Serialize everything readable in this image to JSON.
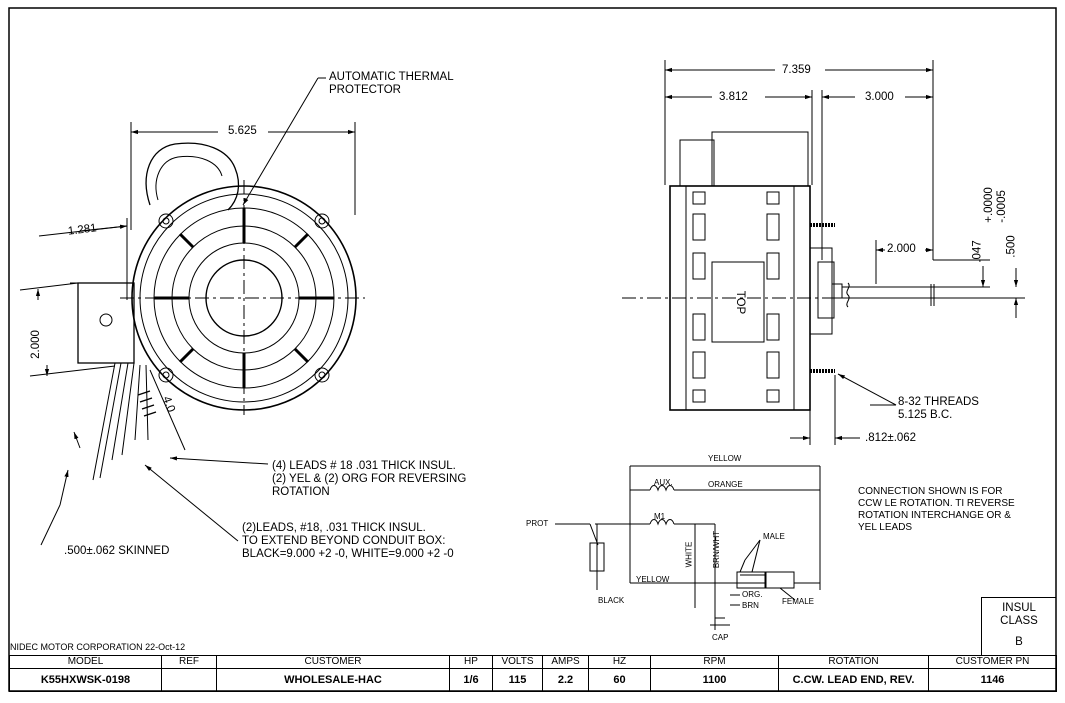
{
  "labels": {
    "thermal": "AUTOMATIC THERMAL\nPROTECTOR",
    "dim_5625": "5.625",
    "dim_1281": "1.281",
    "dim_2000_left": "2.000",
    "dim_40": "4.0",
    "leads4": "(4) LEADS # 18 .031 THICK INSUL.\n(2) YEL & (2) ORG FOR REVERSING\nROTATION",
    "leads2": "(2)LEADS, #18, .031 THICK INSUL.\nTO EXTEND BEYOND CONDUIT BOX:\nBLACK=9.000 +2 -0, WHITE=9.000 +2 -0",
    "skinned": ".500±.062 SKINNED",
    "dim_7359": "7.359",
    "dim_3812": "3.812",
    "dim_3000": "3.000",
    "tol": "+.0000\n-.0005",
    "dim_2000_shaft": "2.000",
    "dim_047": ".047",
    "dim_500": ".500",
    "top": "TOP",
    "threads": "8-32 THREADS\n5.125 B.C.",
    "dim_812": ".812±.062",
    "connection": "CONNECTION SHOWN IS FOR\nCCW LE ROTATION. TI REVERSE\nROTATION INTERCHANGE OR &\nYEL LEADS"
  },
  "wiring": {
    "yellow_top": "YELLOW",
    "aux": "AUX.",
    "orange": "ORANGE",
    "m1": "M1",
    "prot": "PROT",
    "white": "WHITE",
    "brnwht": "BRN/WHT",
    "male": "MALE",
    "yellow_bottom": "YELLOW",
    "black": "BLACK",
    "org": "ORG.",
    "brn": "BRN",
    "female": "FEMALE",
    "cap": "CAP"
  },
  "insul": {
    "title": "INSUL\nCLASS",
    "value": "B"
  },
  "footer_note": "NIDEC MOTOR CORPORATION 22-Oct-12",
  "titleblock": {
    "headers": [
      "MODEL",
      "REF",
      "CUSTOMER",
      "HP",
      "VOLTS",
      "AMPS",
      "HZ",
      "RPM",
      "ROTATION",
      "CUSTOMER PN"
    ],
    "values": [
      "K55HXWSK-0198",
      "",
      "WHOLESALE-HAC",
      "1/6",
      "115",
      "2.2",
      "60",
      "1100",
      "C.CW. LEAD END, REV.",
      "1146"
    ]
  }
}
